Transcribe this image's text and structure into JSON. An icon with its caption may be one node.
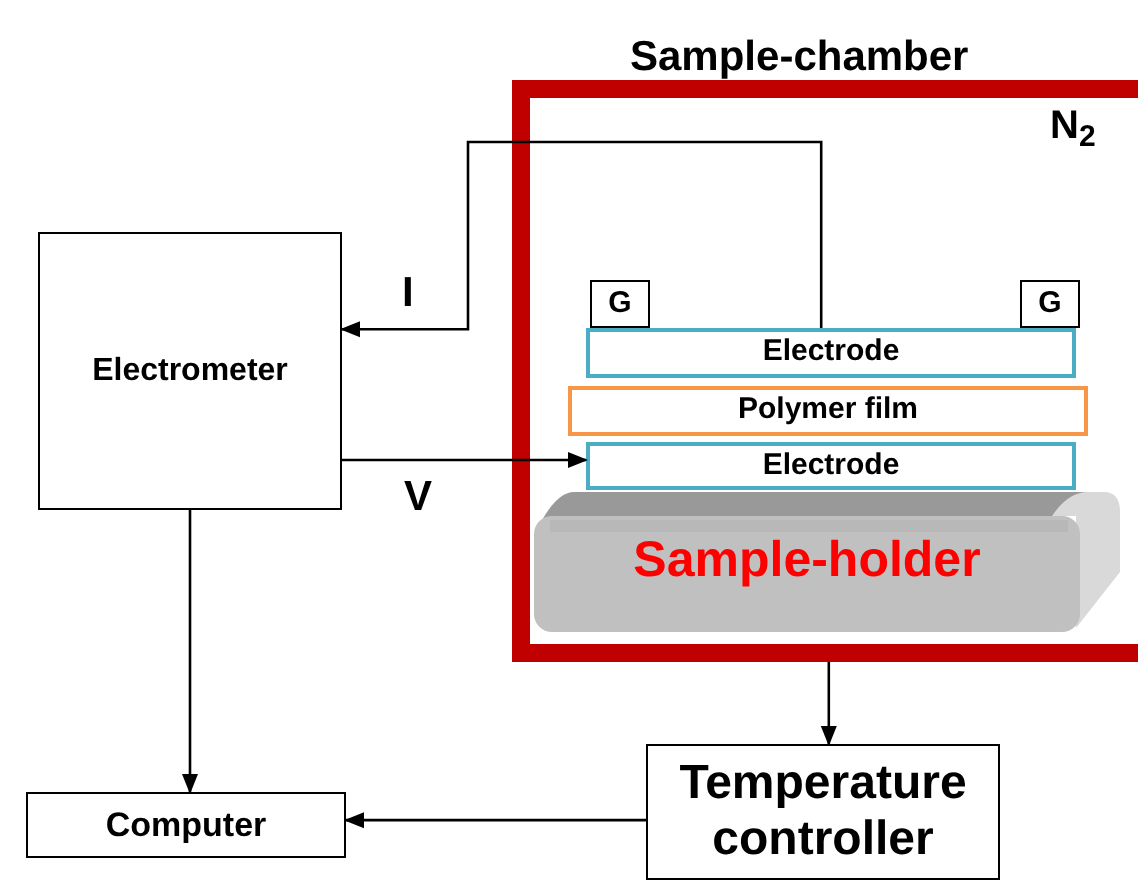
{
  "diagram": {
    "nodes": [
      {
        "text": [
          "Sample-chamber",
          "N$_{2}$"
        ]
      },
      {
        "text": [
          "Electrometer"
        ]
      },
      {
        "text": [
          "G"
        ],
        "in": 0
      },
      {
        "text": [
          "G"
        ],
        "in": 0
      },
      {
        "text": [
          "Electrode"
        ],
        "in": 0
      },
      {
        "text": [
          "Polymer film"
        ],
        "in": 0
      },
      {
        "text": [
          "Electrode"
        ],
        "in": 0
      },
      {
        "text": [
          "Sample-holder"
        ],
        "in": 0
      },
      {
        "text": [
          "Temperature controller"
        ]
      },
      {
        "text": [
          "Computer"
        ]
      }
    ],
    "edges": [
      {
        "from": 4,
        "to": 1,
        "arrow": "to",
        "label": "I"
      },
      {
        "from": 1,
        "to": 6,
        "arrow": "to",
        "label": "V"
      },
      {
        "from": 1,
        "to": 9,
        "arrow": "to"
      },
      {
        "from": 0,
        "to": 8,
        "arrow": "to"
      },
      {
        "from": 8,
        "to": 9,
        "arrow": "to"
      }
    ]
  }
}
